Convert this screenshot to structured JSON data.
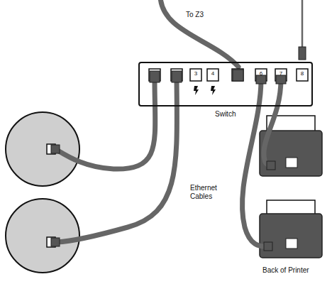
{
  "diagram": {
    "nodes": [
      {
        "text": [
          "Switch"
        ]
      }
    ],
    "labels": [
      "To Z3",
      "3",
      "4",
      "6",
      "7",
      "8",
      "Ethernet Cables",
      "Back of Printer"
    ]
  }
}
